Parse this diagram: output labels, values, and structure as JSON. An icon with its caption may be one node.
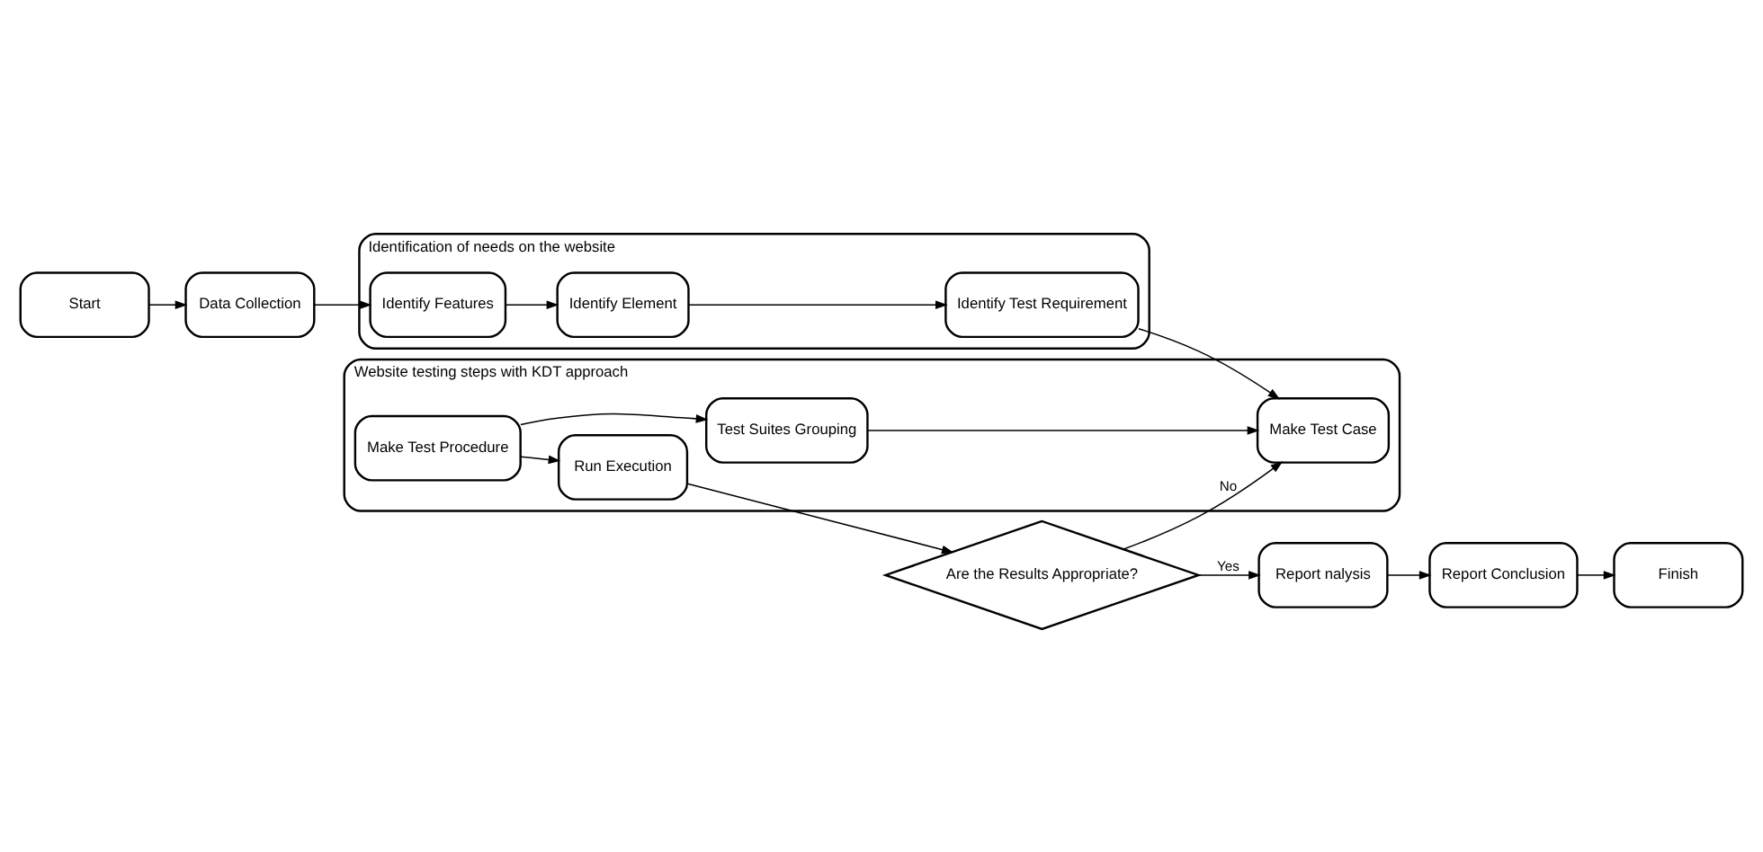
{
  "diagram": {
    "nodes": [
      {
        "text": [
          "Start"
        ]
      },
      {
        "text": [
          "Data Collection"
        ]
      },
      {
        "text": [
          "Identification of needs on the website"
        ]
      },
      {
        "text": [
          "Identify Features"
        ],
        "in": 2
      },
      {
        "text": [
          "Identify Element"
        ],
        "in": 2
      },
      {
        "text": [
          "Identify Test Requirement"
        ],
        "in": 2
      },
      {
        "text": [
          "Website testing steps with KDT approach"
        ]
      },
      {
        "text": [
          "Make Test Case"
        ],
        "in": 6
      },
      {
        "text": [
          "Test Suites Grouping"
        ],
        "in": 6
      },
      {
        "text": [
          "Make Test Procedure"
        ],
        "in": 6
      },
      {
        "text": [
          "Run Execution"
        ],
        "in": 6
      },
      {
        "text": [
          "Are the Results Appropriate?"
        ]
      },
      {
        "text": [
          "Report nalysis"
        ]
      },
      {
        "text": [
          "Report Conclusion"
        ]
      },
      {
        "text": [
          "Finish"
        ]
      }
    ],
    "edges": [
      {
        "from": 0,
        "to": 1,
        "arrow": "to"
      },
      {
        "from": 1,
        "to": 3,
        "arrow": "to"
      },
      {
        "from": 3,
        "to": 4,
        "arrow": "to"
      },
      {
        "from": 4,
        "to": 5,
        "arrow": "to"
      },
      {
        "from": 5,
        "to": 7,
        "arrow": "to"
      },
      {
        "from": 9,
        "to": 8,
        "arrow": "to"
      },
      {
        "from": 8,
        "to": 7,
        "arrow": "to"
      },
      {
        "from": 9,
        "to": 10,
        "arrow": "to"
      },
      {
        "from": 10,
        "to": 11,
        "arrow": "to"
      },
      {
        "from": 11,
        "to": 7,
        "label": "No",
        "arrow": "to"
      },
      {
        "from": 11,
        "to": 12,
        "label": "Yes",
        "arrow": "to"
      },
      {
        "from": 12,
        "to": 13,
        "arrow": "to"
      },
      {
        "from": 13,
        "to": 14,
        "arrow": "to"
      }
    ]
  }
}
